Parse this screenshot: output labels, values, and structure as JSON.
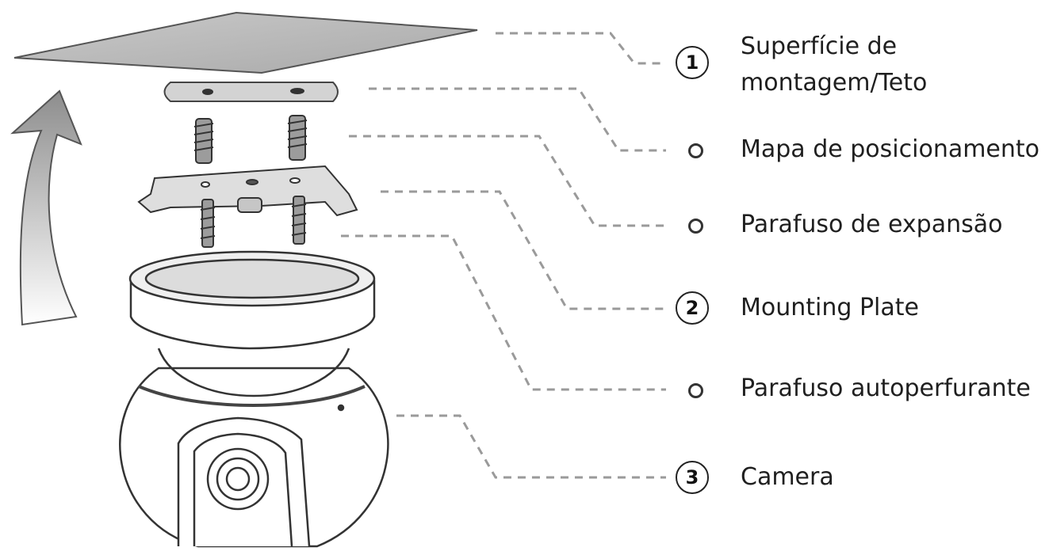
{
  "callouts": [
    {
      "marker": "1",
      "text_lines": [
        "Superfície de",
        "montagem/Teto"
      ]
    },
    {
      "marker": "",
      "text_lines": [
        "Mapa de posicionamento"
      ]
    },
    {
      "marker": "",
      "text_lines": [
        "Parafuso de expansão"
      ]
    },
    {
      "marker": "2",
      "text_lines": [
        "Mounting Plate"
      ]
    },
    {
      "marker": "",
      "text_lines": [
        "Parafuso autoperfurante"
      ]
    },
    {
      "marker": "3",
      "text_lines": [
        "Camera"
      ]
    }
  ],
  "colors": {
    "line": "#9a9a9a",
    "text": "#1f1f1f",
    "ceiling": "#b8b8b8",
    "outline": "#333333"
  }
}
